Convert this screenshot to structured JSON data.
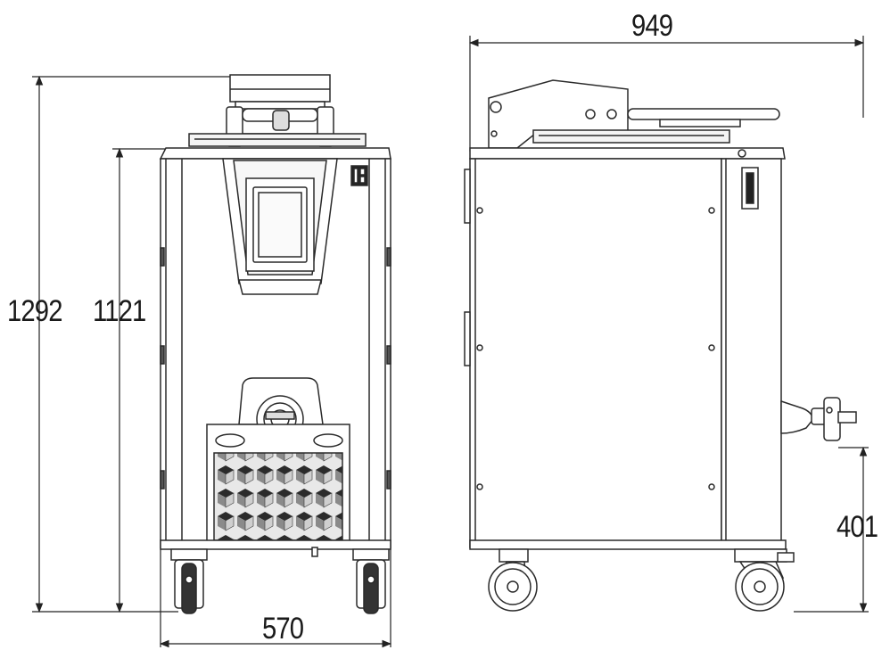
{
  "dimensions": {
    "overall_height": "1292",
    "body_height": "1121",
    "width": "570",
    "depth": "949",
    "outlet_height": "401"
  }
}
